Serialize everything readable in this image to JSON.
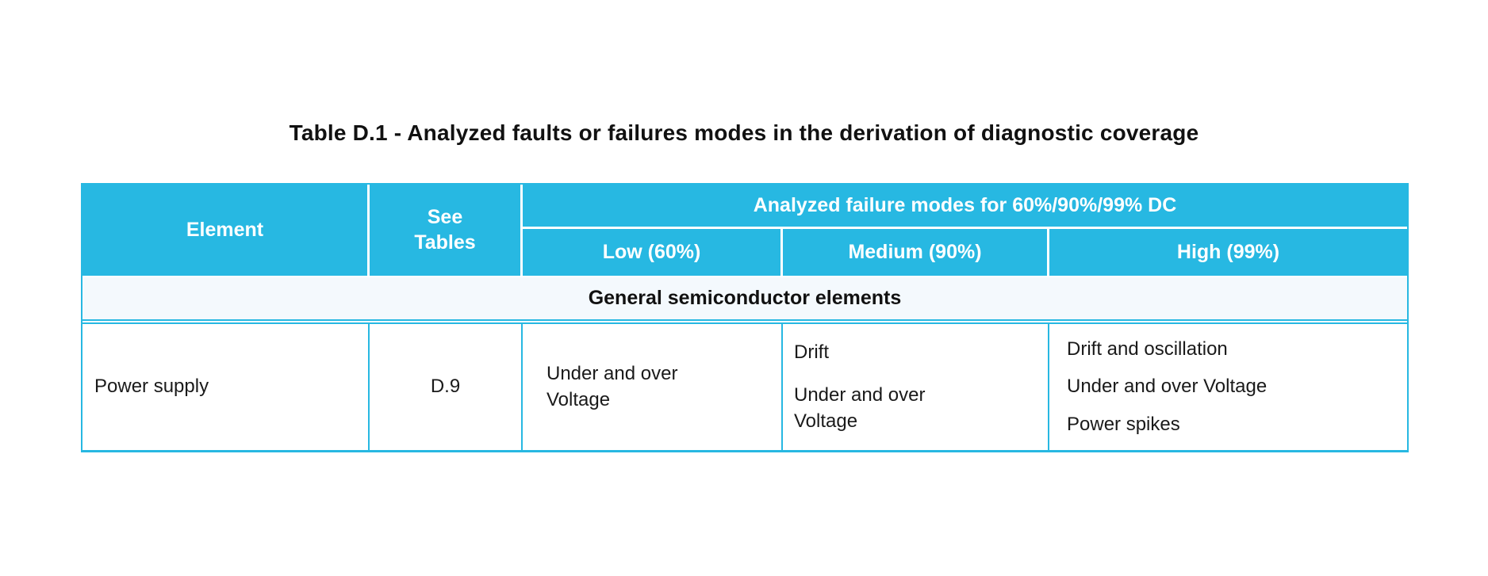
{
  "page": {
    "title": "Table D.1 - Analyzed faults or failures modes in the derivation of diagnostic coverage"
  },
  "colors": {
    "header_background": "#27B8E2",
    "section_band_background": "#F4F9FD",
    "table_border": "#27B8E2",
    "header_text": "#ffffff",
    "body_text": "#1a1a1a"
  },
  "table": {
    "header": {
      "element": "Element",
      "see_tables": "See\nTables",
      "analyzed": "Analyzed failure modes for 60%/90%/99% DC",
      "low": "Low (60%)",
      "medium": "Medium (90%)",
      "high": "High (99%)"
    },
    "section": "General semiconductor elements",
    "rows": [
      {
        "element": "Power supply",
        "see_tables": "D.9",
        "low": [
          "Under and over Voltage"
        ],
        "medium": [
          "Drift",
          "Under and over Voltage"
        ],
        "high": [
          "Drift and oscillation",
          "Under and over Voltage",
          "Power spikes"
        ]
      }
    ]
  }
}
